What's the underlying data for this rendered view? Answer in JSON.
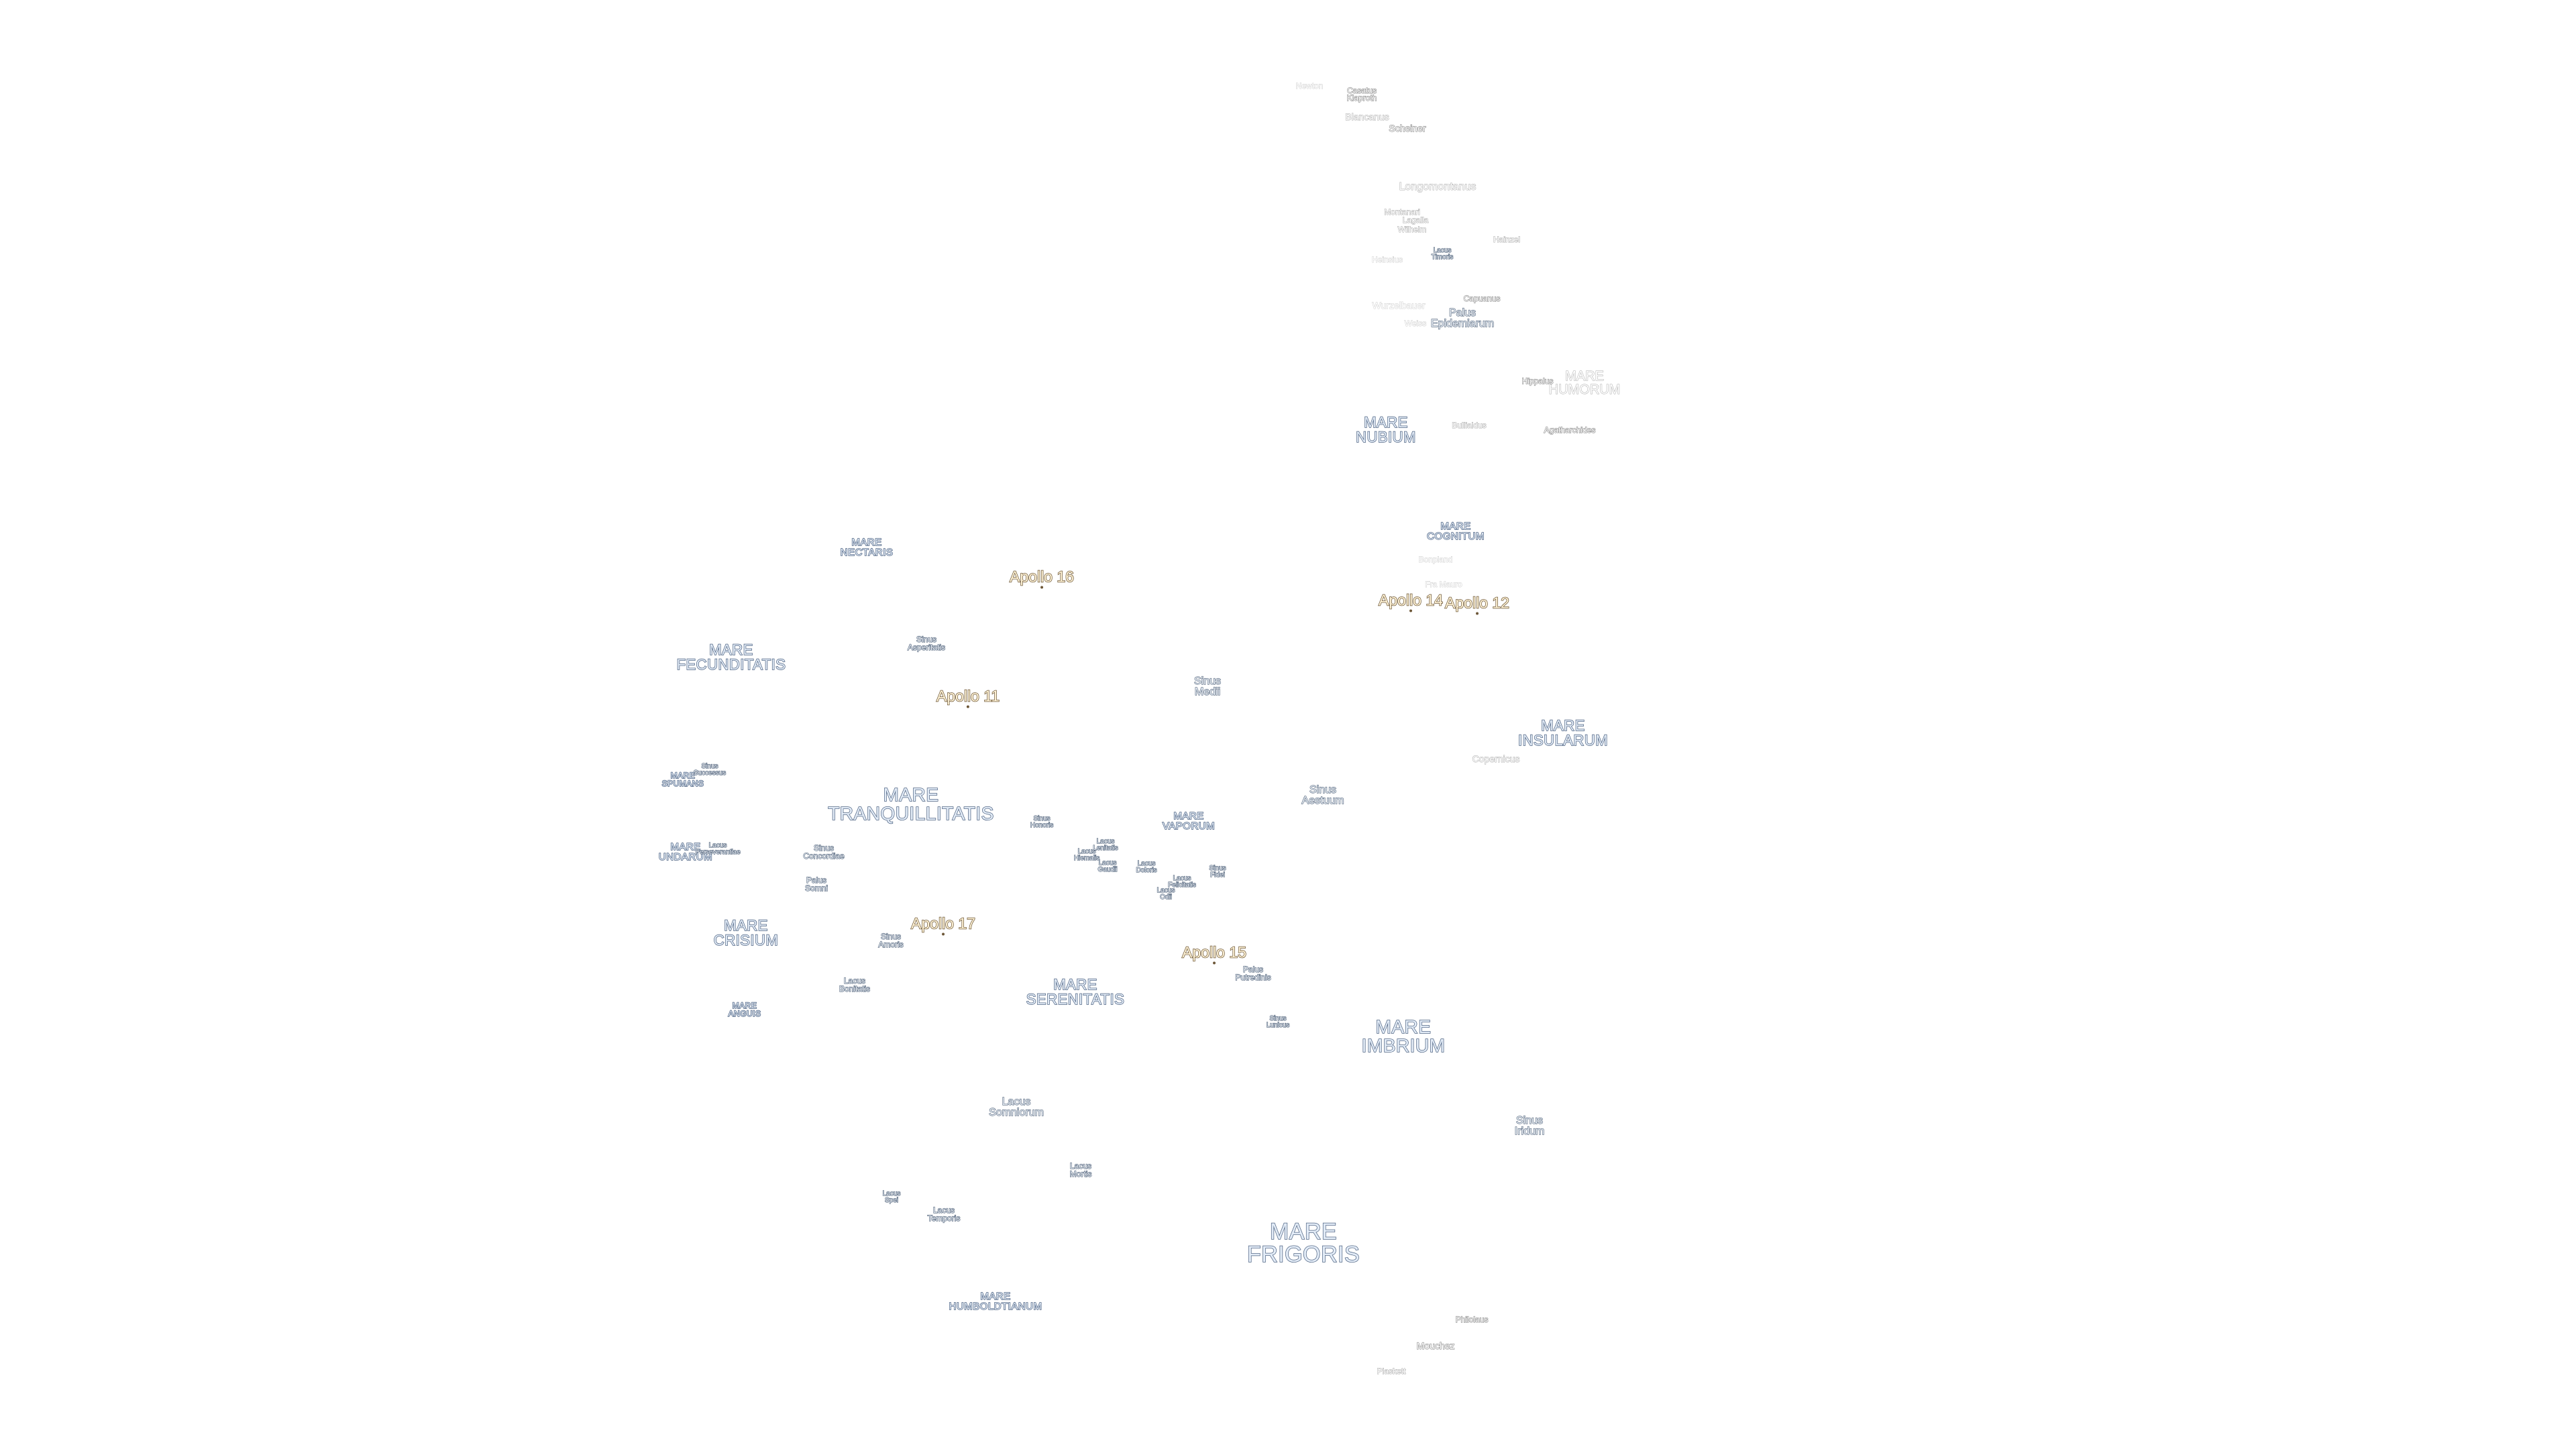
{
  "map": {
    "labels": [
      {
        "id": "mare-frigoris",
        "lines": [
          "MARE",
          "FRIGORIS"
        ],
        "kind": "mare",
        "size": "xl"
      },
      {
        "id": "mare-imbrium",
        "lines": [
          "MARE",
          "IMBRIUM"
        ],
        "kind": "mare",
        "size": "l"
      },
      {
        "id": "mare-serenitatis",
        "lines": [
          "MARE",
          "SERENITATIS"
        ],
        "kind": "mare",
        "size": "m"
      },
      {
        "id": "mare-tranquillitatis",
        "lines": [
          "MARE",
          "TRANQUILLITATIS"
        ],
        "kind": "mare",
        "size": "l"
      },
      {
        "id": "mare-fecunditatis",
        "lines": [
          "MARE",
          "FECUNDITATIS"
        ],
        "kind": "mare",
        "size": "m"
      },
      {
        "id": "mare-crisium",
        "lines": [
          "MARE",
          "CRISIUM"
        ],
        "kind": "mare",
        "size": "m"
      },
      {
        "id": "mare-nectaris",
        "lines": [
          "MARE",
          "NECTARIS"
        ],
        "kind": "mare",
        "size": "s"
      },
      {
        "id": "mare-nubium",
        "lines": [
          "MARE",
          "NUBIUM"
        ],
        "kind": "mare",
        "size": "m"
      },
      {
        "id": "mare-humorum",
        "lines": [
          "MARE",
          "HUMORUM"
        ],
        "kind": "mare-faded",
        "size": "m"
      },
      {
        "id": "mare-cognitum",
        "lines": [
          "MARE",
          "COGNITUM"
        ],
        "kind": "mare",
        "size": "s"
      },
      {
        "id": "mare-insularum",
        "lines": [
          "MARE",
          "INSULARUM"
        ],
        "kind": "mare",
        "size": "m"
      },
      {
        "id": "mare-vaporum",
        "lines": [
          "MARE",
          "VAPORUM"
        ],
        "kind": "mare",
        "size": "s"
      },
      {
        "id": "mare-humboldtianum",
        "lines": [
          "MARE",
          "HUMBOLDTIANUM"
        ],
        "kind": "mare",
        "size": "s"
      },
      {
        "id": "mare-anguis",
        "lines": [
          "MARE",
          "ANGUIS"
        ],
        "kind": "mare",
        "size": "xs"
      },
      {
        "id": "mare-undarum",
        "lines": [
          "MARE",
          "UNDARUM"
        ],
        "kind": "mare",
        "size": "s"
      },
      {
        "id": "mare-spumans",
        "lines": [
          "MARE",
          "SPUMANS"
        ],
        "kind": "mare",
        "size": "xs"
      },
      {
        "id": "apollo-11",
        "lines": [
          "Apollo 11"
        ],
        "kind": "apollo"
      },
      {
        "id": "apollo-12",
        "lines": [
          "Apollo 12"
        ],
        "kind": "apollo"
      },
      {
        "id": "apollo-14",
        "lines": [
          "Apollo 14"
        ],
        "kind": "apollo"
      },
      {
        "id": "apollo-15",
        "lines": [
          "Apollo 15"
        ],
        "kind": "apollo"
      },
      {
        "id": "apollo-16",
        "lines": [
          "Apollo 16"
        ],
        "kind": "apollo"
      },
      {
        "id": "apollo-17",
        "lines": [
          "Apollo 17"
        ],
        "kind": "apollo"
      },
      {
        "id": "sinus-medii",
        "lines": [
          "Sinus",
          "Medii"
        ],
        "kind": "minor"
      },
      {
        "id": "sinus-aestuum",
        "lines": [
          "Sinus",
          "Aestuum"
        ],
        "kind": "minor"
      },
      {
        "id": "sinus-iridum",
        "lines": [
          "Sinus",
          "Iridum"
        ],
        "kind": "minor"
      },
      {
        "id": "sinus-asperitatis",
        "lines": [
          "Sinus",
          "Asperitatis"
        ],
        "kind": "minor",
        "size": "s"
      },
      {
        "id": "sinus-concordiae",
        "lines": [
          "Sinus",
          "Concordiae"
        ],
        "kind": "minor",
        "size": "s"
      },
      {
        "id": "sinus-amoris",
        "lines": [
          "Sinus",
          "Amoris"
        ],
        "kind": "minor",
        "size": "s"
      },
      {
        "id": "sinus-honoris",
        "lines": [
          "Sinus",
          "Honoris"
        ],
        "kind": "minor",
        "size": "xs"
      },
      {
        "id": "sinus-lunicus",
        "lines": [
          "Sinus",
          "Lunicus"
        ],
        "kind": "minor",
        "size": "xs"
      },
      {
        "id": "sinus-fidei",
        "lines": [
          "Sinus",
          "Fidei"
        ],
        "kind": "minor",
        "size": "xs"
      },
      {
        "id": "sinus-successus",
        "lines": [
          "Sinus",
          "Successus"
        ],
        "kind": "minor",
        "size": "xs"
      },
      {
        "id": "lacus-somniorum",
        "lines": [
          "Lacus",
          "Somniorum"
        ],
        "kind": "minor"
      },
      {
        "id": "lacus-mortis",
        "lines": [
          "Lacus",
          "Mortis"
        ],
        "kind": "minor",
        "size": "s"
      },
      {
        "id": "lacus-temporis",
        "lines": [
          "Lacus",
          "Temporis"
        ],
        "kind": "minor",
        "size": "s"
      },
      {
        "id": "lacus-spei",
        "lines": [
          "Lacus",
          "Spei"
        ],
        "kind": "minor",
        "size": "xs"
      },
      {
        "id": "lacus-bonitatis",
        "lines": [
          "Lacus",
          "Bonitatis"
        ],
        "kind": "minor",
        "size": "s"
      },
      {
        "id": "lacus-timoris",
        "lines": [
          "Lacus",
          "Timoris"
        ],
        "kind": "minor",
        "size": "xs"
      },
      {
        "id": "lacus-doloris",
        "lines": [
          "Lacus",
          "Doloris"
        ],
        "kind": "minor",
        "size": "xs"
      },
      {
        "id": "lacus-gaudii",
        "lines": [
          "Lacus",
          "Gaudii"
        ],
        "kind": "minor",
        "size": "xs"
      },
      {
        "id": "lacus-hiemalis",
        "lines": [
          "Lacus",
          "Hiemalis"
        ],
        "kind": "minor",
        "size": "xs"
      },
      {
        "id": "lacus-lenitatis",
        "lines": [
          "Lacus",
          "Lenitatis"
        ],
        "kind": "minor",
        "size": "xs"
      },
      {
        "id": "lacus-odii",
        "lines": [
          "Lacus",
          "Odii"
        ],
        "kind": "minor",
        "size": "xs"
      },
      {
        "id": "lacus-felicitatis",
        "lines": [
          "Lacus",
          "Felicitatis"
        ],
        "kind": "minor",
        "size": "xs"
      },
      {
        "id": "lacus-perseverantiae",
        "lines": [
          "Lacus",
          "Perseverantiae"
        ],
        "kind": "minor",
        "size": "xs"
      },
      {
        "id": "palus-somni",
        "lines": [
          "Palus",
          "Somni"
        ],
        "kind": "minor",
        "size": "s"
      },
      {
        "id": "palus-putredinis",
        "lines": [
          "Palus",
          "Putredinis"
        ],
        "kind": "minor",
        "size": "s"
      },
      {
        "id": "palus-epidemiarum",
        "lines": [
          "Palus",
          "Epidemiarum"
        ],
        "kind": "minor"
      },
      {
        "id": "crater-newton",
        "lines": [
          "Newton"
        ],
        "kind": "crater",
        "tone": "faint",
        "size": "s"
      },
      {
        "id": "crater-casatus",
        "lines": [
          "Casatus"
        ],
        "kind": "crater",
        "tone": "mid",
        "size": "s"
      },
      {
        "id": "crater-klaproth",
        "lines": [
          "Klaproth"
        ],
        "kind": "crater",
        "tone": "mid",
        "size": "s"
      },
      {
        "id": "crater-blancanus",
        "lines": [
          "Blancanus"
        ],
        "kind": "crater"
      },
      {
        "id": "crater-scheiner",
        "lines": [
          "Scheiner"
        ],
        "kind": "crater",
        "tone": "mid"
      },
      {
        "id": "crater-longomontanus",
        "lines": [
          "Longomontanus"
        ],
        "kind": "crater",
        "size": "l"
      },
      {
        "id": "crater-montanari",
        "lines": [
          "Montanari"
        ],
        "kind": "crater",
        "size": "s"
      },
      {
        "id": "crater-lagalla",
        "lines": [
          "Lagalla"
        ],
        "kind": "crater",
        "size": "s"
      },
      {
        "id": "crater-wilhelm",
        "lines": [
          "Wilhelm"
        ],
        "kind": "crater",
        "size": "s"
      },
      {
        "id": "crater-heinsius",
        "lines": [
          "Heinsius"
        ],
        "kind": "crater",
        "tone": "faint",
        "size": "s"
      },
      {
        "id": "crater-hainzel",
        "lines": [
          "Hainzel"
        ],
        "kind": "crater",
        "size": "s"
      },
      {
        "id": "crater-wurzelbauer",
        "lines": [
          "Wurzelbauer"
        ],
        "kind": "crater",
        "tone": "faint"
      },
      {
        "id": "crater-weiss",
        "lines": [
          "Weiss"
        ],
        "kind": "crater",
        "tone": "faint",
        "size": "s"
      },
      {
        "id": "crater-capuanus",
        "lines": [
          "Capuanus"
        ],
        "kind": "crater",
        "tone": "mid",
        "size": "s"
      },
      {
        "id": "crater-hippalus",
        "lines": [
          "Hippalus"
        ],
        "kind": "crater",
        "tone": "mid",
        "size": "s"
      },
      {
        "id": "crater-bullialdus",
        "lines": [
          "Bullialdus"
        ],
        "kind": "crater",
        "size": "s"
      },
      {
        "id": "crater-agatharchides",
        "lines": [
          "Agatharchides"
        ],
        "kind": "crater",
        "tone": "mid",
        "size": "s"
      },
      {
        "id": "crater-bonpland",
        "lines": [
          "Bonpland"
        ],
        "kind": "crater",
        "tone": "faint",
        "size": "s"
      },
      {
        "id": "crater-fra-mauro",
        "lines": [
          "Fra Mauro"
        ],
        "kind": "crater",
        "tone": "faint",
        "size": "s"
      },
      {
        "id": "crater-copernicus",
        "lines": [
          "Copernicus"
        ],
        "kind": "crater"
      },
      {
        "id": "crater-philolaus",
        "lines": [
          "Philolaus"
        ],
        "kind": "crater",
        "tone": "mid",
        "size": "s"
      },
      {
        "id": "crater-mouchez",
        "lines": [
          "Mouchez"
        ],
        "kind": "crater",
        "tone": "mid"
      },
      {
        "id": "crater-plaskett",
        "lines": [
          "Plaskett"
        ],
        "kind": "crater",
        "size": "s"
      }
    ]
  }
}
